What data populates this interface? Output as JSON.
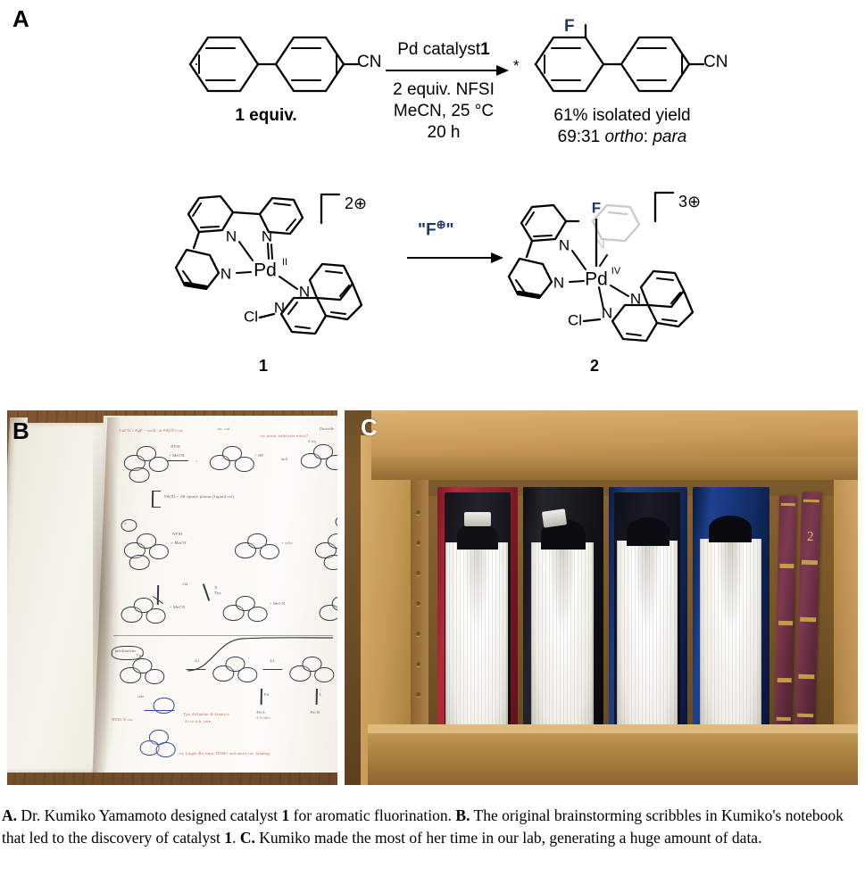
{
  "panels": {
    "a_letter": "A",
    "b_letter": "B",
    "c_letter": "C"
  },
  "scheme_top": {
    "substrate_label": "1 equiv.",
    "substrate_group": "CN",
    "arrow_above": "Pd catalyst 1",
    "arrow_above_plain": "Pd catalyst",
    "arrow_above_bold": "1",
    "conditions": [
      "2 equiv. NFSI",
      "MeCN, 25 °C",
      "20 h"
    ],
    "product_f": "F",
    "product_star": "*",
    "product_group": "CN",
    "yield_line": "61% isolated yield",
    "ratio_value": "69:31",
    "ratio_ortho": "ortho",
    "ratio_colon": ":",
    "ratio_para": "para"
  },
  "scheme_bottom": {
    "left_charge_number": "2",
    "left_charge_symbol": "⊕",
    "left_metal": "Pd",
    "left_metal_oxidation": "II",
    "left_cl": "Cl",
    "left_n_labels": [
      "N",
      "N",
      "N",
      "N"
    ],
    "left_compound_label": "1",
    "arrow_label_quote_open": "\"",
    "arrow_label_f": "F",
    "arrow_label_charge": "⊕",
    "arrow_label_quote_close": "\"",
    "right_charge_number": "3",
    "right_charge_symbol": "⊕",
    "right_metal": "Pd",
    "right_metal_oxidation": "IV",
    "right_fluoride": "F",
    "right_cl": "Cl",
    "right_ghost_n": "N",
    "right_n_labels": [
      "N",
      "N",
      "N"
    ],
    "right_compound_label": "2"
  },
  "photo_b": {
    "description": "open lab notebook on a wooden desk with handwritten reaction schemes"
  },
  "photo_c": {
    "description": "wooden bookshelf holding four ring binders and two maroon bound lab notebooks",
    "binder_colors": [
      "#9e2230",
      "#1b1b22",
      "#14306b",
      "#16306e"
    ],
    "book_number": "2"
  },
  "caption": {
    "a_tag": "A.",
    "a_text": " Dr. Kumiko Yamamoto designed catalyst ",
    "a_bold_ref": "1",
    "a_text2": " for aromatic fluorination. ",
    "b_tag": "B.",
    "b_text": " The original brainstorming scribbles in Kumiko's notebook that led to the discovery of catalyst ",
    "b_bold_ref": "1",
    "b_text2": ". ",
    "c_tag": "C.",
    "c_text": " Kumiko made the most of her time in our lab, generating a huge amount of data."
  },
  "colors": {
    "fluorine_blue": "#1f3864",
    "ghost_gray": "#c9c9c9",
    "ink_black": "#000000"
  }
}
